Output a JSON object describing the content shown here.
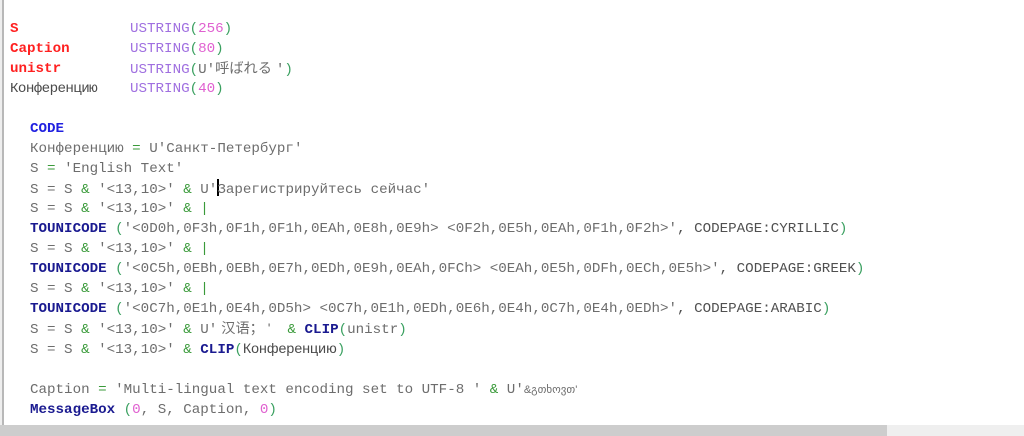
{
  "editor": {
    "declarations": [
      {
        "name": "S",
        "type": "USTRING",
        "arg": "256"
      },
      {
        "name": "Caption",
        "type": "USTRING",
        "arg": "80"
      },
      {
        "name": "unistr",
        "type": "USTRING",
        "arg_prefix": "U'",
        "arg_text": "呼ばれる ",
        "arg_suffix": "'"
      },
      {
        "name": "Конференцию",
        "type": "USTRING",
        "arg": "40"
      }
    ],
    "code_keyword": "CODE",
    "lines": {
      "l1_lhs": "Конференцию",
      "l1_eq": " = ",
      "l1_rhs": "U'Санкт-Петербург'",
      "l2_lhs": "S",
      "l2_eq": " = ",
      "l2_rhs": "'English Text'",
      "l3_a": "S = S ",
      "amp": "&",
      "crlf": " '<13,10>' ",
      "l3_u": " U'",
      "l3_text": "Зарегистрируйтесь сейчас'",
      "l4_a": "S = S ",
      "continuation": " |",
      "tounicode": "TOUNICODE",
      "t1_open": " (",
      "t1_str": "'<0D0h,0F3h,0F1h,0F1h,0EAh,0E8h,0E9h> <0F2h,0E5h,0EAh,0F1h,0F2h>'",
      "t1_comma": ", ",
      "t1_cp": "CODEPAGE:CYRILLIC",
      "close": ")",
      "t2_str": "'<0C5h,0EBh,0EBh,0E7h,0EDh,0E9h,0EAh,0FCh> <0EAh,0E5h,0DFh,0ECh,0E5h>'",
      "t2_cp": "CODEPAGE:GREEK",
      "t3_str": "'<0C7h,0E1h,0E4h,0D5h> <0C7h,0E1h,0EDh,0E6h,0E4h,0C7h,0E4h,0EDh>'",
      "t3_cp": "CODEPAGE:ARABIC",
      "l9_u": " U'",
      "l9_text": " 汉语； '",
      "clip": "CLIP",
      "l9_arg": "unistr",
      "l10_arg": "Конференцию",
      "cap_lhs": "Caption",
      "cap_str": "'Multi-lingual text encoding set to UTF-8 '",
      "cap_u": " U'",
      "cap_text": "&გთხოვთ'",
      "msgbox": "MessageBox",
      "mb_open": " (",
      "mb_zero": "0",
      "mb_mid": ", S, Caption, ",
      "mb_zero2": "0"
    }
  },
  "scrollbar": {
    "orientation": "horizontal"
  }
}
